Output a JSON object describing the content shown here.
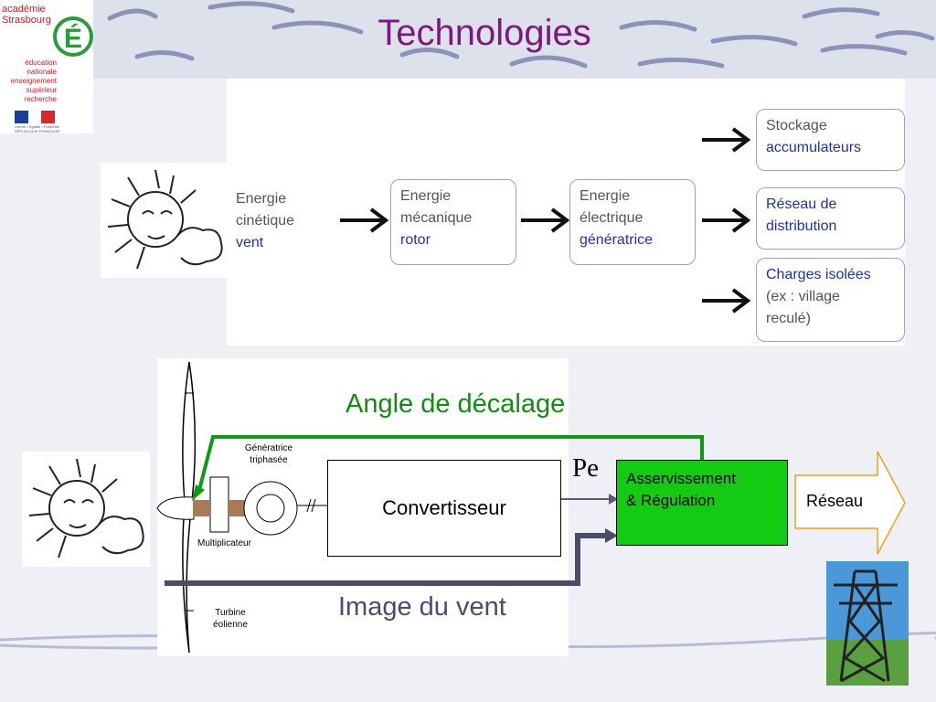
{
  "title": "Technologies",
  "logo": {
    "line1": "académie",
    "line2": "Strasbourg",
    "lines": [
      "éducation",
      "nationale",
      "enseignement",
      "supérieur",
      "recherche"
    ],
    "letter": "É",
    "small": "Liberté • Égalité • Fraternité RÉPUBLIQUE FRANÇAISE"
  },
  "flow": {
    "source": [
      "Energie",
      "cinétique",
      "vent"
    ],
    "mech": [
      "Energie",
      "mécanique",
      "rotor"
    ],
    "elec": [
      "Energie",
      "électrique",
      "génératrice"
    ],
    "storage": [
      "Stockage",
      "accumulateurs"
    ],
    "network": [
      "Réseau de",
      "distribution"
    ],
    "isolated": [
      "Charges isolées",
      "(ex : village",
      "reculé)"
    ]
  },
  "schema": {
    "angle_label": "Angle de décalage",
    "wind_image_label": "Image du vent",
    "pe_label": "Pe",
    "converter": "Convertisseur",
    "regulation": [
      "Asservissement",
      "& Régulation"
    ],
    "network": "Réseau",
    "generator": [
      "Génératrice",
      "triphasée"
    ],
    "gearbox": "Multiplicateur",
    "turbine": [
      "Turbine",
      "éolienne"
    ]
  },
  "colors": {
    "title": "#7a1a7a",
    "accent_blue": "#2231aa",
    "angle_green": "#118c11",
    "regulation_green": "#13cb13",
    "wind_line": "#4b4b6a",
    "network_arrow": "#f0a020"
  }
}
